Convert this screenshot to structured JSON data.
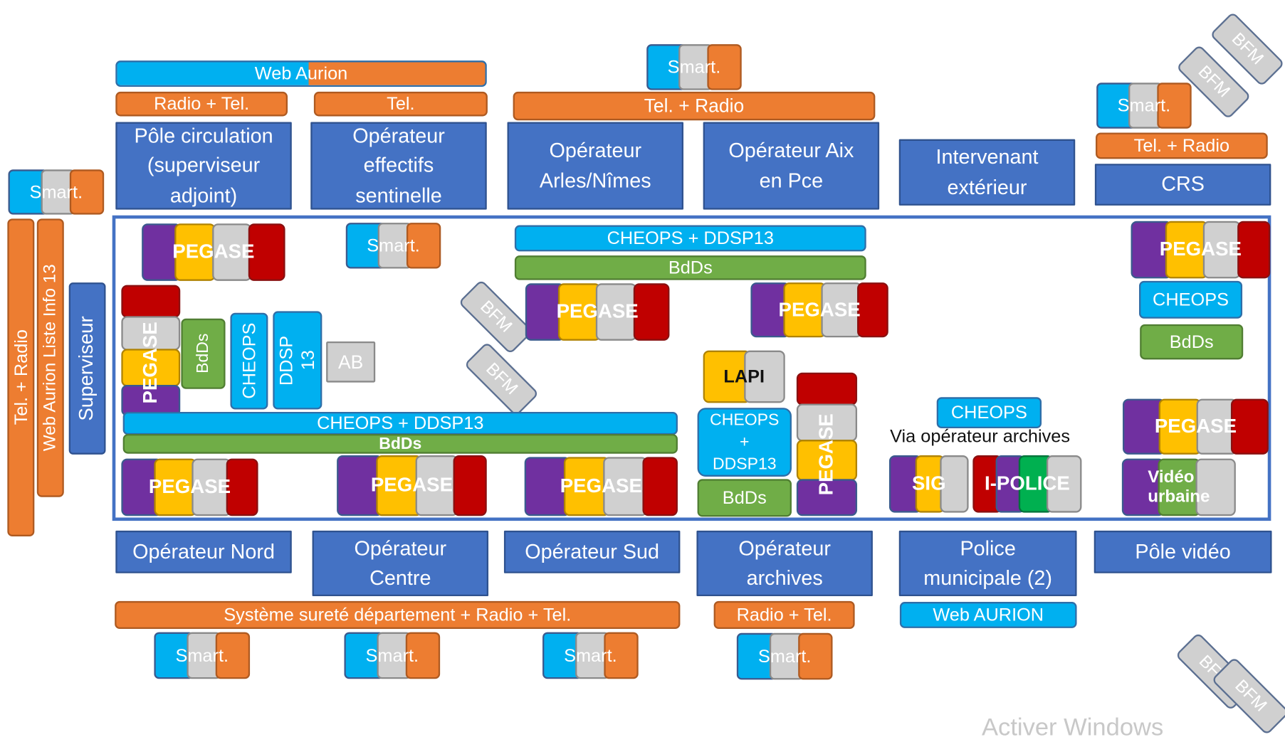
{
  "stations_top": [
    "Pôle circulation\n(superviseur\nadjoint)",
    "Opérateur\neffectifs\nsentinelle",
    "Opérateur\nArles/Nîmes",
    "Opérateur Aix\nen Pce",
    "Intervenant\nextérieur",
    "CRS"
  ],
  "stations_bottom": [
    "Opérateur Nord",
    "Opérateur\nCentre",
    "Opérateur Sud",
    "Opérateur\narchives",
    "Police\nmunicipale (2)",
    "Pôle vidéo"
  ],
  "labels": {
    "web_aurion": "Web Aurion",
    "web_aurion_upper": "Web AURION",
    "radio_tel": "Radio + Tel.",
    "tel": "Tel.",
    "tel_radio": "Tel. + Radio",
    "smart": "Smart.",
    "pegase": "PEGASE",
    "cheops_ddsp13": "CHEOPS + DDSP13",
    "cheops_ddsp13_stacked": "CHEOPS\n+\nDDSP13",
    "bdds": "BdDs",
    "cheops": "CHEOPS",
    "ddsp13_vertical": "DDSP\n13",
    "ab": "AB",
    "lapi": "LAPI",
    "bfm": "BFM",
    "sig": "SIG",
    "ipolice": "I-POLICE",
    "video_urbaine": "Vidéo\nurbaine",
    "via_operateur_archives": "Via opérateur archives",
    "superviseur": "Superviseur",
    "web_aurion_liste": "Web Aurion  Liste Info 13",
    "systeme_surete": "Système sureté département + Radio + Tel.",
    "watermark": "Activer Windows"
  },
  "colors": {
    "station_blue": "#4472c4",
    "app_cyan": "#00b0f0",
    "comm_orange": "#ed7d31",
    "bdds_green": "#70ad47",
    "pegase_purple": "#7030a0",
    "pegase_yellow": "#ffc000",
    "pegase_grey": "#d0d0d0",
    "pegase_red": "#c00000"
  }
}
